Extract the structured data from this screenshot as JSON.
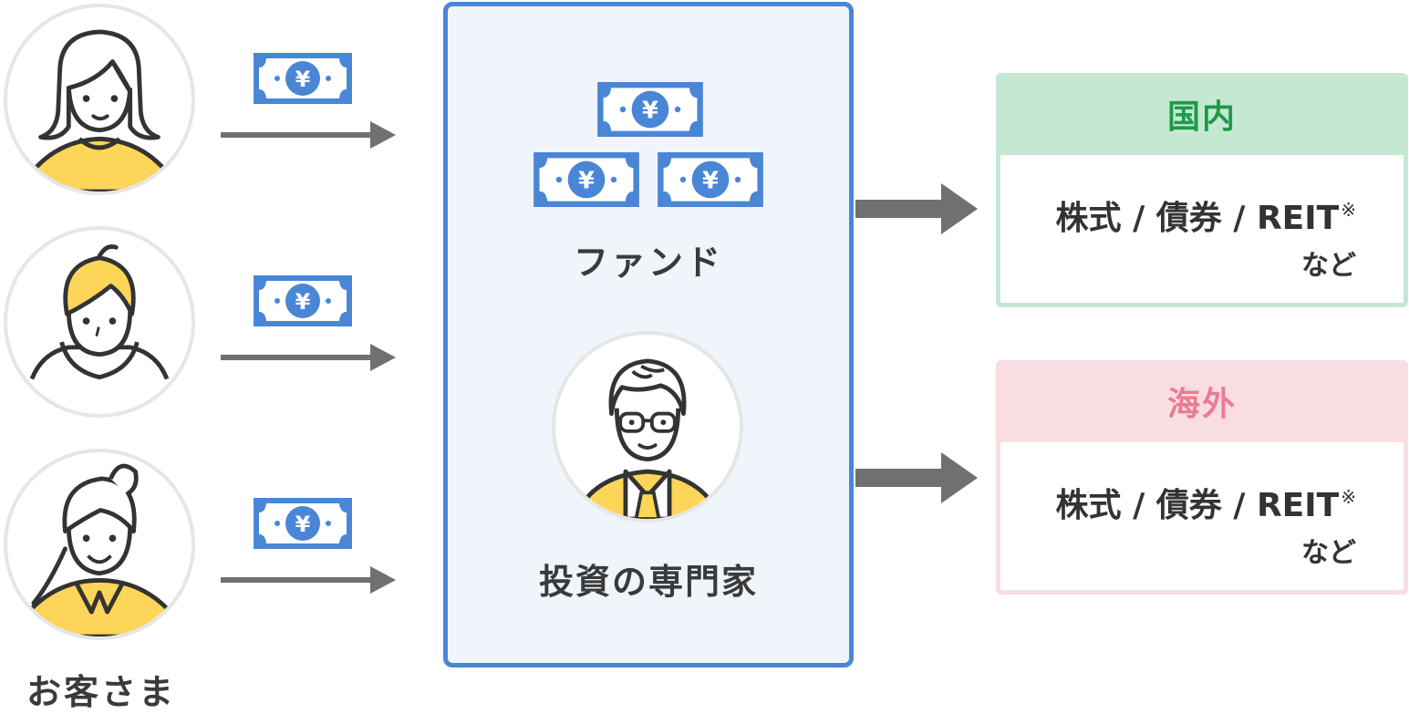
{
  "customers": {
    "label": "お客さま",
    "figures": [
      "woman-long-hair",
      "young-man-hoodie",
      "elderly-woman-ponytail"
    ]
  },
  "fund": {
    "label": "ファンド",
    "expert_label": "投資の専門家",
    "box_border_color": "#4a86d6",
    "box_fill_color": "#eff5fb"
  },
  "money_icon": {
    "symbol": "¥",
    "color": "#4a86d6"
  },
  "regions": [
    {
      "title": "国内",
      "assets": "株式 / 債券 / REIT",
      "note_mark": "※",
      "suffix": "など",
      "accent_color": "#1e9a48",
      "header_color": "#c5e8d3",
      "border_color": "#cbeadb"
    },
    {
      "title": "海外",
      "assets": "株式 / 債券 / REIT",
      "note_mark": "※",
      "suffix": "など",
      "accent_color": "#ea7c92",
      "header_color": "#f8dde2",
      "border_color": "#fae3e7"
    }
  ],
  "colors": {
    "arrow": "#707070",
    "avatar_ring": "#e6e6e6",
    "accent_yellow": "#fcd559",
    "line_art": "#333333"
  }
}
